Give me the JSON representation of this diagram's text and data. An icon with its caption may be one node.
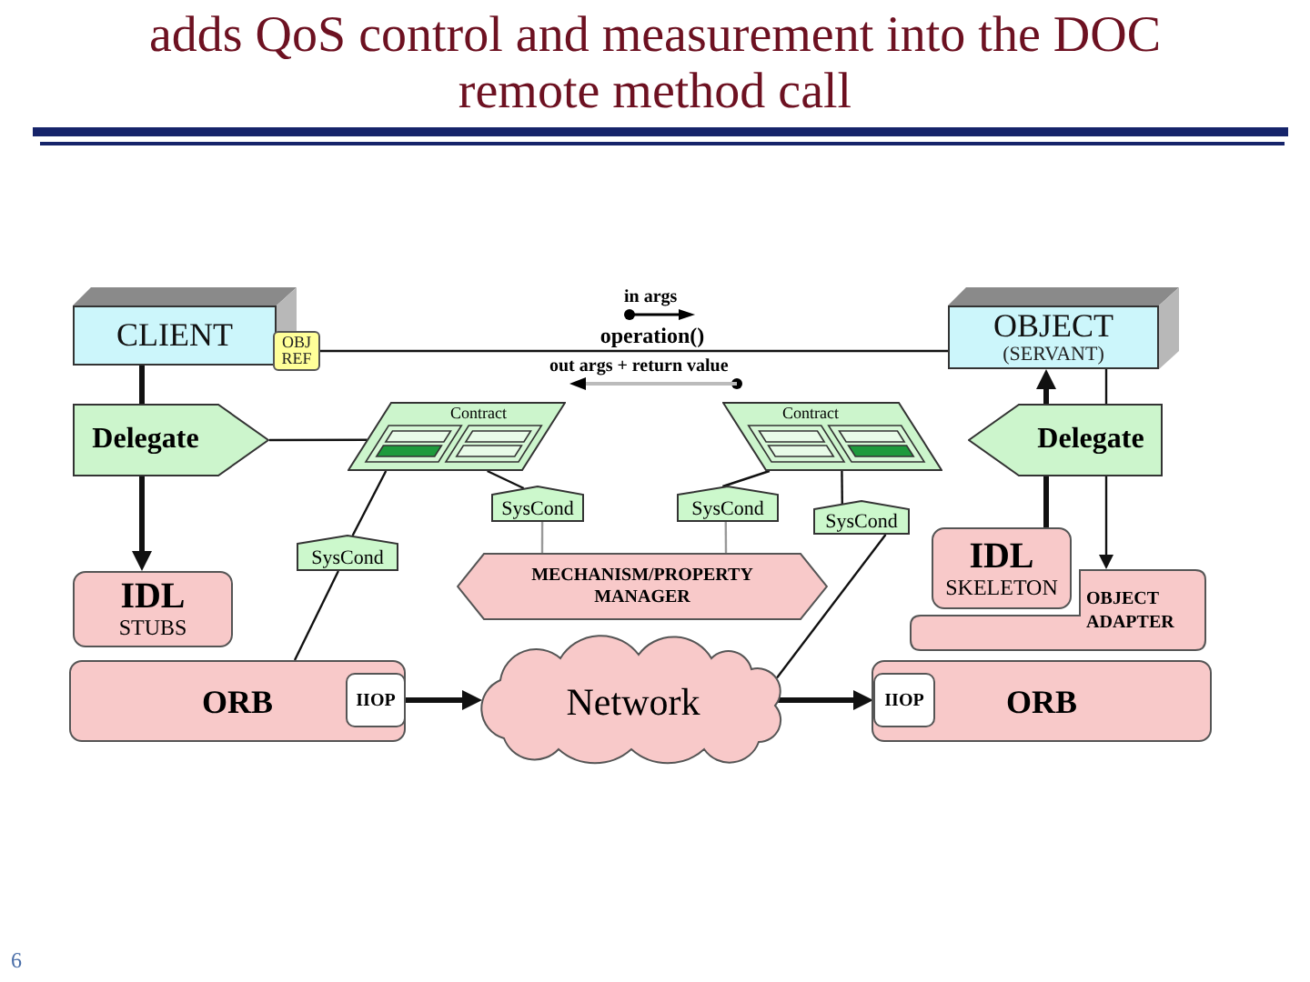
{
  "diagram": {
    "title": "adds QoS control and measurement into the DOC remote method call",
    "nodes": [
      {
        "text": [
          "CLIENT"
        ]
      },
      {
        "text": [
          "OBJ REF"
        ]
      },
      {
        "text": [
          "OBJECT",
          "(SERVANT)"
        ]
      },
      {
        "text": [
          "Delegate"
        ]
      },
      {
        "text": [
          "Contract"
        ]
      },
      {
        "text": [
          "Contract"
        ]
      },
      {
        "text": [
          "Delegate"
        ]
      },
      {
        "text": [
          "SysCond"
        ]
      },
      {
        "text": [
          "SysCond"
        ]
      },
      {
        "text": [
          "SysCond"
        ]
      },
      {
        "text": [
          "SysCond"
        ]
      },
      {
        "text": [
          "IDL",
          "STUBS"
        ]
      },
      {
        "text": [
          "MECHANISM/PROPERTY MANAGER"
        ]
      },
      {
        "text": [
          "IDL",
          "SKELETON"
        ]
      },
      {
        "text": [
          "OBJECT ADAPTER"
        ]
      },
      {
        "text": [
          "ORB"
        ]
      },
      {
        "text": [
          "IIOP"
        ],
        "in": 15
      },
      {
        "text": [
          "Network"
        ]
      },
      {
        "text": [
          "ORB"
        ]
      },
      {
        "text": [
          "IIOP"
        ],
        "in": 18
      }
    ],
    "edges": [
      {
        "from": 1,
        "to": 2,
        "arrow": "none",
        "label": "operation()"
      },
      {
        "from": 0,
        "to": 3,
        "arrow": "none",
        "style": "thick"
      },
      {
        "from": 3,
        "to": 11,
        "arrow": "to",
        "style": "thick"
      },
      {
        "from": 3,
        "to": 4,
        "arrow": "none"
      },
      {
        "from": 6,
        "to": 2,
        "arrow": "to",
        "style": "thick"
      },
      {
        "from": 2,
        "to": 6,
        "arrow": "none"
      },
      {
        "from": 13,
        "to": 6,
        "arrow": "none",
        "style": "thick"
      },
      {
        "from": 6,
        "to": 14,
        "arrow": "to"
      },
      {
        "from": 4,
        "to": 7,
        "arrow": "none"
      },
      {
        "from": 4,
        "to": 10,
        "arrow": "none"
      },
      {
        "from": 5,
        "to": 8,
        "arrow": "none"
      },
      {
        "from": 5,
        "to": 9,
        "arrow": "none"
      },
      {
        "from": 7,
        "to": 12,
        "arrow": "none",
        "color": "#999999"
      },
      {
        "from": 8,
        "to": 12,
        "arrow": "none",
        "color": "#999999"
      },
      {
        "from": 10,
        "to": 15,
        "arrow": "none"
      },
      {
        "from": 9,
        "to": 17,
        "arrow": "none"
      },
      {
        "from": 16,
        "to": 17,
        "arrow": "to",
        "style": "thick"
      },
      {
        "from": 17,
        "to": 19,
        "arrow": "to",
        "style": "thick"
      }
    ],
    "labels": [
      "in args",
      "out args + return value",
      "6"
    ]
  }
}
